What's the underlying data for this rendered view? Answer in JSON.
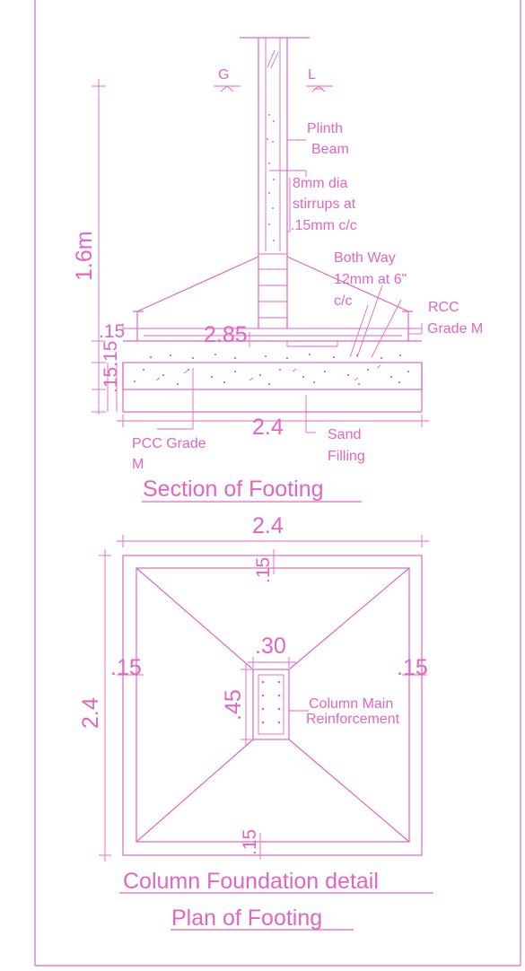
{
  "colors": {
    "line": "#e066c4",
    "background": "#ffffff"
  },
  "section": {
    "label_g": "G",
    "label_l": "L",
    "height_dim": "1.6m",
    "plinth_line1": "Plinth",
    "plinth_line2": "Beam",
    "stirrups_line1": "8mm dia",
    "stirrups_line2": "stirrups  at",
    "stirrups_line3": ".15mm c/c",
    "bothway_line1": "Both Way",
    "bothway_line2": "12mm at 6\"",
    "bothway_line3": "c/c",
    "rcc_line1": "RCC",
    "rcc_line2": "Grade M",
    "dim_offset": ".15",
    "dim_width_top": "2.85",
    "dim_layers": ".15.15",
    "dim_width_bottom": "2.4",
    "pcc_line1": "PCC Grade",
    "pcc_line2": "M",
    "sand_line1": "Sand",
    "sand_line2": "Filling",
    "title": "Section of Footing"
  },
  "plan": {
    "dim_top": "2.4",
    "dim_top_offset": ".15",
    "dim_column_width": ".30",
    "dim_left_offset": ".15",
    "dim_right_offset": ".15",
    "dim_left": "2.4",
    "dim_column_depth": ".45",
    "column_line1": "Column Main",
    "column_line2": "Reinforcement",
    "dim_bottom_offset": ".15",
    "title": "Column Foundation detail",
    "subtitle": "Plan of Footing"
  }
}
